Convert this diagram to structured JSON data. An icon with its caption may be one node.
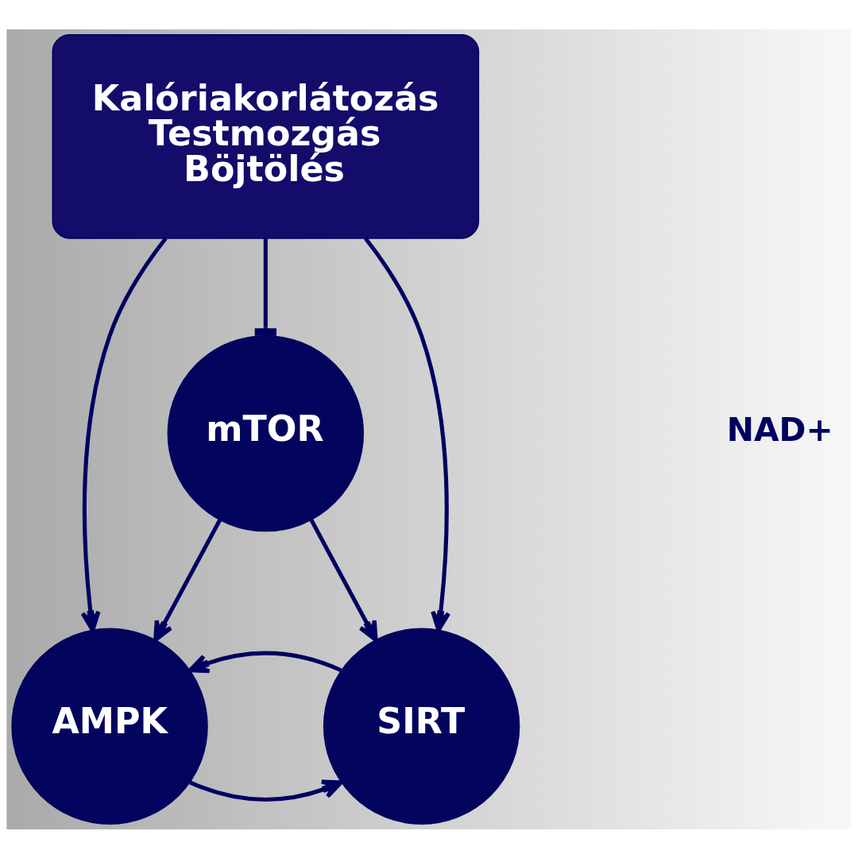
{
  "diagram": {
    "nodes": [
      {
        "text": [
          "Kalóriakorlátozás",
          "Testmozgás",
          "Böjtölés"
        ]
      },
      {
        "text": [
          "mTOR"
        ]
      },
      {
        "text": [
          "AMPK"
        ]
      },
      {
        "text": [
          "SIRT"
        ]
      }
    ],
    "edges": [
      {
        "from": 0,
        "to": 2,
        "arrow": "to"
      },
      {
        "from": 0,
        "to": 1,
        "arrow": "other"
      },
      {
        "from": 0,
        "to": 3,
        "arrow": "to"
      },
      {
        "from": 1,
        "to": 2,
        "arrow": "to"
      },
      {
        "from": 1,
        "to": 3,
        "arrow": "to"
      },
      {
        "from": 2,
        "to": 3,
        "arrow": "to"
      },
      {
        "from": 3,
        "to": 2,
        "arrow": "to"
      }
    ],
    "labels": [
      "NAD+"
    ]
  }
}
